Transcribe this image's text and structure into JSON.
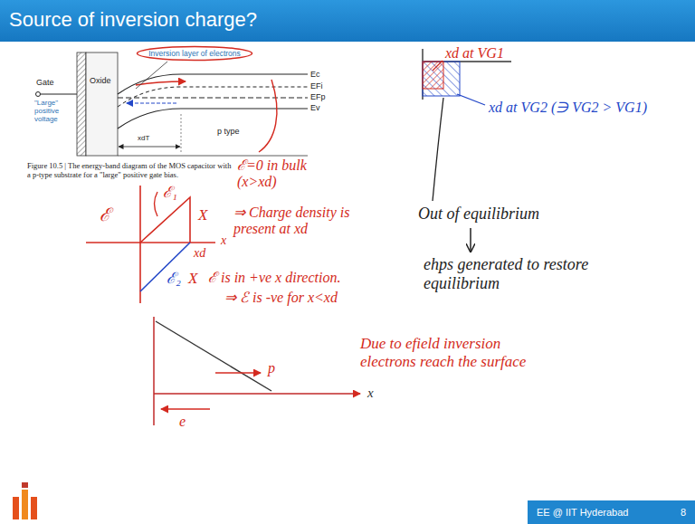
{
  "diagram": {
    "title": "Source of inversion charge?",
    "caption": "Figure 10.5 | The energy-band diagram of the MOS capacitor with a p-type substrate for a \"large\" positive gate bias.",
    "nodes": [
      {
        "text": [
          "Inversion layer of electrons"
        ]
      },
      {
        "text": [
          "EE @ IIT Hyderabad",
          "8"
        ]
      }
    ],
    "labels": [
      "Gate",
      "\"Large\" positive voltage",
      "Oxide",
      "Ec",
      "EFi",
      "EFp",
      "Ev",
      "p type",
      "xdT",
      "ℰ=0 in bulk (x>xd)",
      "ℰ",
      "ℰ₁",
      "X",
      "⇒ Charge density is present at xd",
      "x",
      "xd",
      "ℰ₂",
      "X",
      "ℰ is in +ve x direction.",
      "⇒ ℰ is -ve for x<xd",
      "Due to efield inversion electrons reach the surface",
      "x",
      "p",
      "e",
      "xd at VG1",
      "xd at VG2 (∋ VG2 > VG1)",
      "Out of equilibrium",
      "ehps generated to restore equilibrium"
    ]
  }
}
